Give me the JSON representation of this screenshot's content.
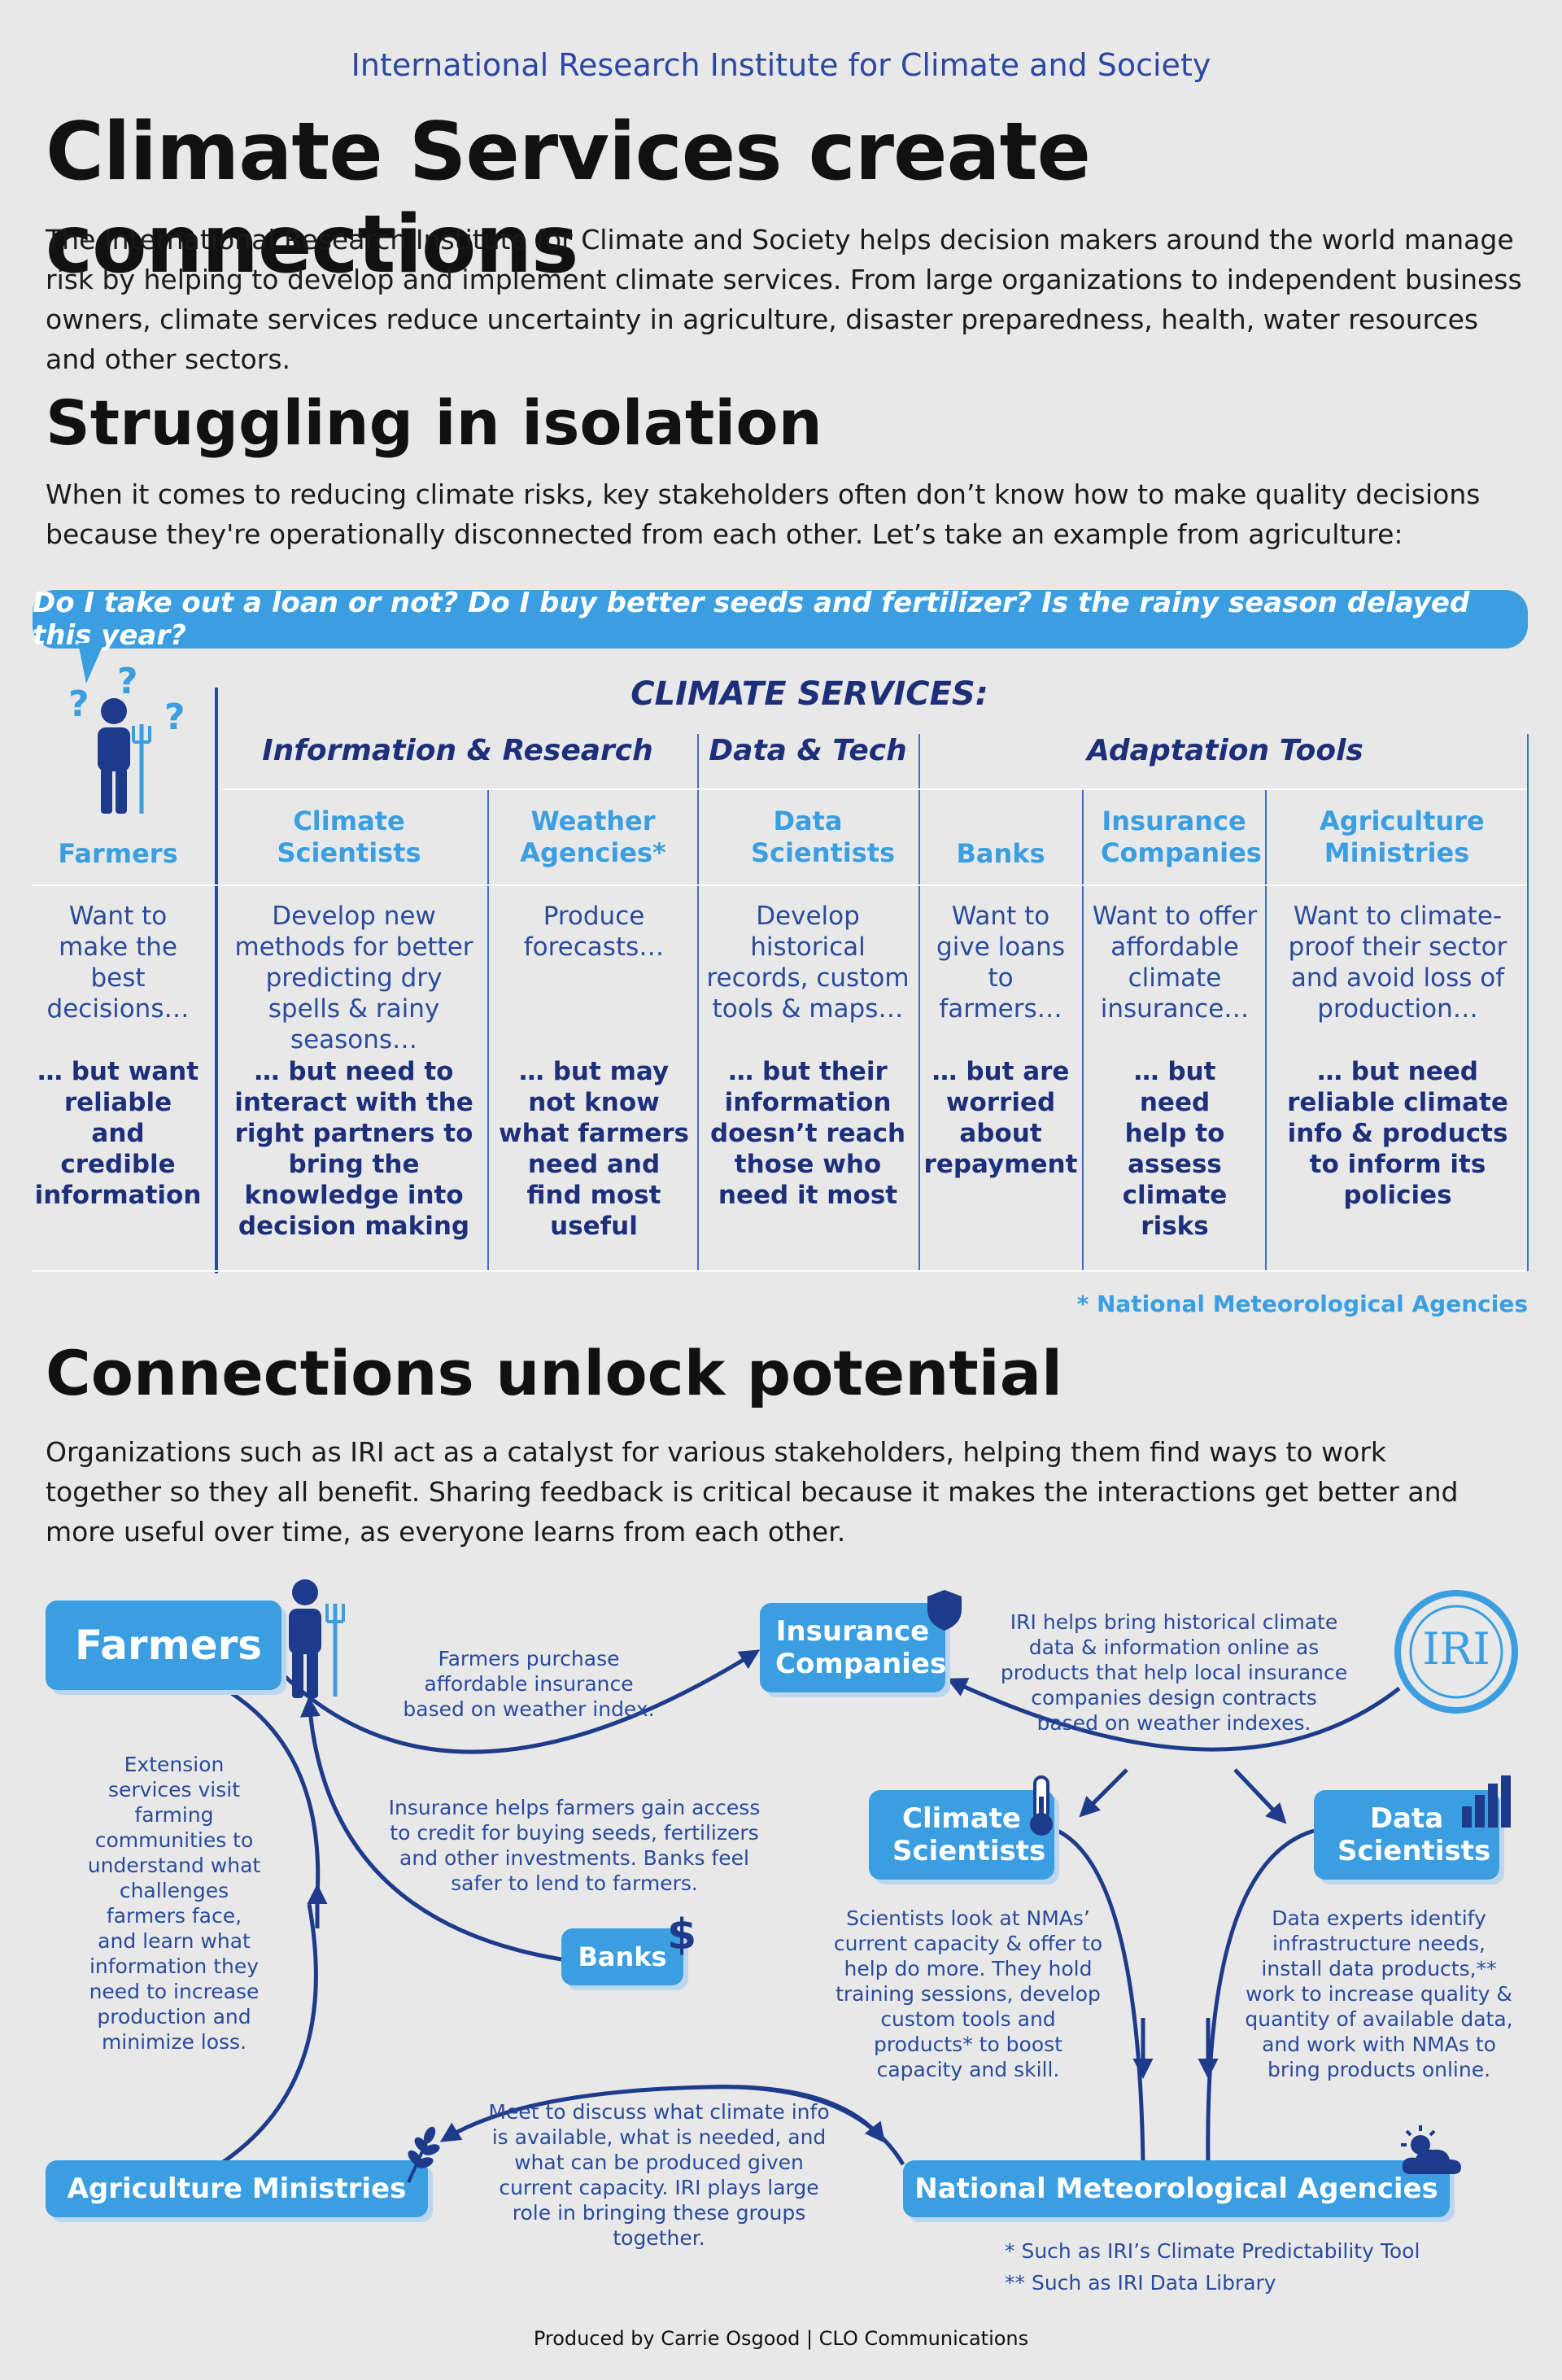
{
  "header": {
    "org": "International Research Institute for Climate and Society",
    "title": "Climate Services create connections",
    "intro": "The International Research Institute for Climate and Society helps decision makers around the world manage risk by helping to develop and implement climate services. From large organizations to independent business owners, climate services reduce uncertainty in agriculture, disaster preparedness, health, water resources and other sectors."
  },
  "isolation": {
    "heading": "Struggling in isolation",
    "text": "When it comes to reducing climate risks, key stakeholders often don’t know how to make quality decisions because they're operationally disconnected from each other. Let’s take an example from agriculture:",
    "question": "Do I take out a loan or not? Do I buy better seeds and fertilizer? Is the rainy season delayed this year?",
    "climate_services_label": "CLIMATE SERVICES:",
    "categories": [
      "Information & Research",
      "Data & Tech",
      "Adaptation Tools"
    ],
    "columns": [
      {
        "head": "Farmers",
        "want": "Want to make the best decisions…",
        "but": "… but want reliable and credible information"
      },
      {
        "head": "Climate Scientists",
        "want": "Develop new methods for better predicting dry spells & rainy seasons…",
        "but": "… but need to interact with the right partners to bring the knowledge into decision making"
      },
      {
        "head": "Weather Agencies*",
        "want": "Produce forecasts…",
        "but": "… but may not know what farmers need and find most useful"
      },
      {
        "head": "Data Scientists",
        "want": "Develop historical records, custom tools & maps…",
        "but": "… but their information doesn’t reach those who need it most"
      },
      {
        "head": "Banks",
        "want": "Want to give loans to farmers…",
        "but": "… but are worried about repayment"
      },
      {
        "head": "Insurance Companies",
        "want": "Want to offer affordable climate insurance…",
        "but": "… but need help to assess climate risks"
      },
      {
        "head": "Agriculture Ministries",
        "want": "Want to climate-proof their sector and avoid loss of production…",
        "but": "… but need reliable climate info & products to inform its policies"
      }
    ],
    "footnote": "* National Meteorological Agencies"
  },
  "connections": {
    "heading": "Connections unlock potential",
    "text": "Organizations such as IRI act as a catalyst for various stakeholders, helping them find ways to work together so they all benefit. Sharing feedback is critical because it makes the interactions get better and more useful over time, as everyone learns from each other.",
    "nodes": {
      "farmers": "Farmers",
      "insurance": "Insurance Companies",
      "iri": "IRI",
      "climate_scientists": "Climate Scientists",
      "data_scientists": "Data Scientists",
      "banks": "Banks",
      "ag_ministries": "Agriculture Ministries",
      "nmas": "National Meteorological Agencies"
    },
    "notes": {
      "farmers_insurance": "Farmers purchase affordable insurance based on weather index.",
      "iri_insurance": "IRI helps bring historical climate data & information online as products that help local insurance companies design contracts based on weather indexes.",
      "extension": "Extension services visit farming communities to understand what challenges farmers face, and learn what information they need to increase production and minimize loss.",
      "insurance_banks": "Insurance helps farmers gain access to credit for buying seeds, fertilizers and other investments. Banks feel safer to lend to farmers.",
      "scientists_nmas": "Scientists look at NMAs’ current capacity & offer to help do more. They hold training sessions, develop custom tools and products* to boost capacity and skill.",
      "data_nmas": "Data experts identify infrastructure needs, install data products,** work to increase quality & quantity of available data, and work with NMAs to bring products online.",
      "meet": "Meet to discuss what climate info is available, what is needed, and what can be produced given current capacity. IRI plays large role in bringing these groups together.",
      "footnote1": "* Such as IRI’s Climate Predictability Tool",
      "footnote2": "** Such as IRI Data Library"
    }
  },
  "credit": "Produced by Carrie Osgood | CLO Communications",
  "colors": {
    "accent": "#3a9ee0",
    "navy": "#1e2f7a",
    "text_blue": "#2a4a9a",
    "background": "#e8e8e8"
  }
}
